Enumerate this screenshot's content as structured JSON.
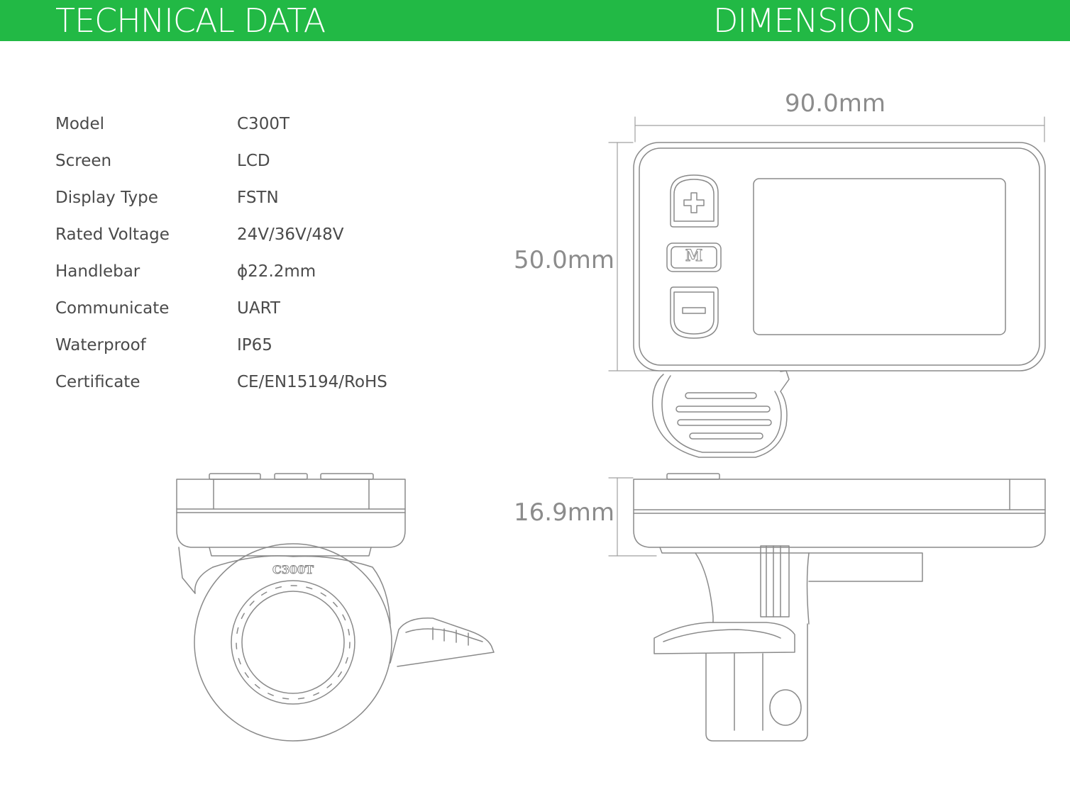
{
  "header": {
    "left_title": "TECHNICAL DATA",
    "right_title": "DIMENSIONS",
    "bar_color": "#22b945",
    "text_color": "#ffffff"
  },
  "specs": [
    {
      "label": "Model",
      "value": "C300T"
    },
    {
      "label": "Screen",
      "value": "LCD"
    },
    {
      "label": "Display Type",
      "value": "FSTN"
    },
    {
      "label": "Rated Voltage",
      "value": "24V/36V/48V"
    },
    {
      "label": "Handlebar",
      "value": "ϕ22.2mm"
    },
    {
      "label": "Communicate",
      "value": "UART"
    },
    {
      "label": "Waterproof",
      "value": "IP65"
    },
    {
      "label": "Certificate",
      "value": "CE/EN15194/RoHS"
    }
  ],
  "dimensions": {
    "width": "90.0mm",
    "height": "50.0mm",
    "depth": "16.9mm"
  },
  "drawing": {
    "mode_button_text": "M",
    "model_engraving": "C300T",
    "line_color": "#8a8a8a"
  }
}
